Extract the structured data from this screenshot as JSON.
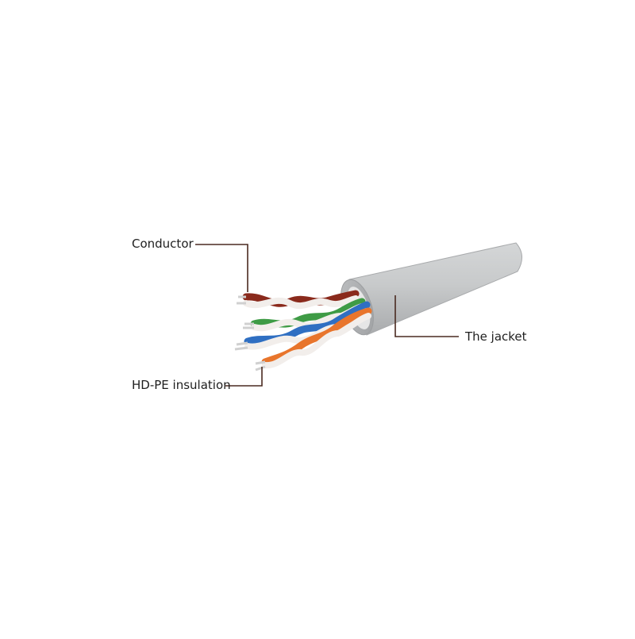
{
  "labels": {
    "conductor": "Conductor",
    "insulation": "HD-PE insulation",
    "jacket": "The jacket"
  },
  "colors": {
    "background": "#ffffff",
    "jacket": "#c9cbcc",
    "jacket_shade": "#b2b4b6",
    "leader_line": "#4a2a20",
    "pair_brown": "#8a2a1c",
    "pair_green": "#3e9b45",
    "pair_blue": "#2f6fc2",
    "pair_orange": "#e8752c",
    "pair_white": "#f2eeeb",
    "copper_tip": "#d8d8d8"
  }
}
